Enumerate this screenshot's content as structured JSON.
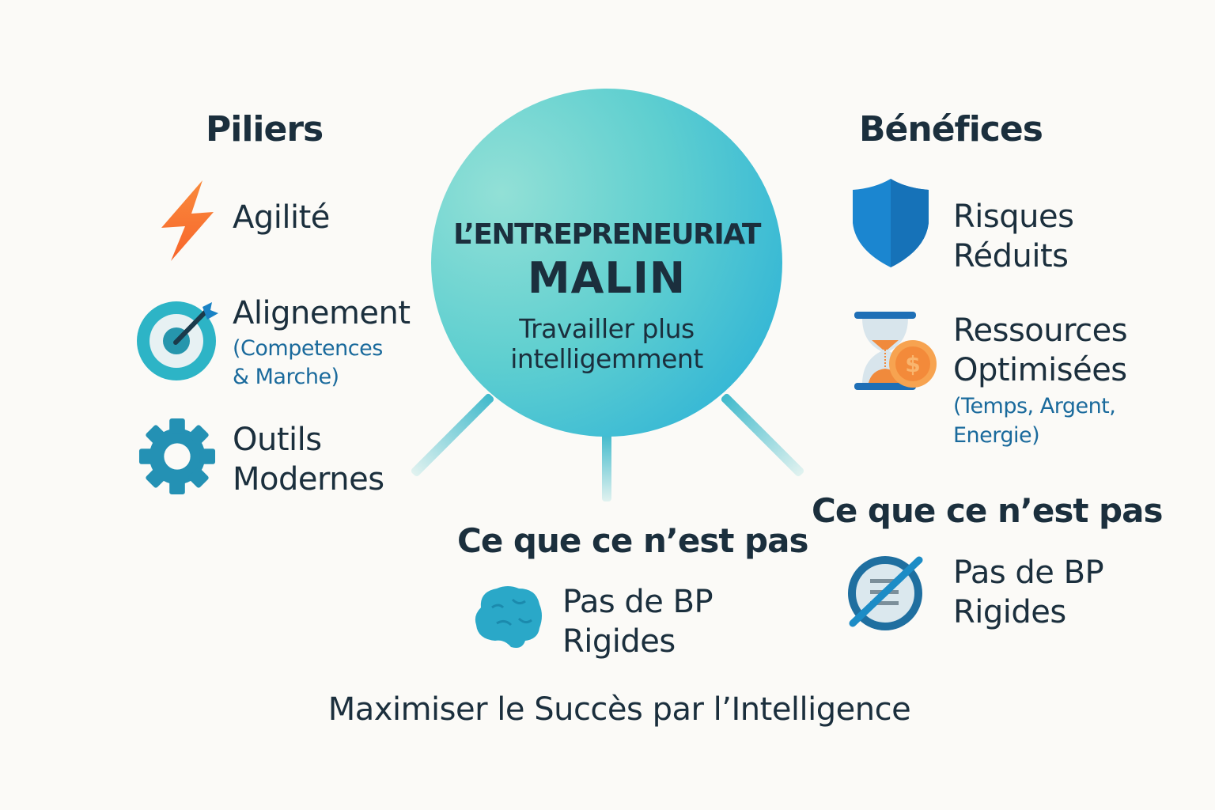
{
  "pillars": {
    "heading": "Piliers",
    "items": [
      {
        "icon": "lightning-icon",
        "label": "Agilité"
      },
      {
        "icon": "target-icon",
        "label": "Alignement",
        "sub_line1": "(Competences",
        "sub_line2": "& Marche)"
      },
      {
        "icon": "gear-icon",
        "label_line1": "Outils",
        "label_line2": "Modernes"
      }
    ]
  },
  "hub": {
    "title": "L’ENTREPRENEURIAT",
    "title_strong": "MALIN",
    "tagline_line1": "Travailler plus",
    "tagline_line2": "intelligemment"
  },
  "benefits": {
    "heading": "Bénéfices",
    "items": [
      {
        "icon": "shield-icon",
        "label_line1": "Risques",
        "label_line2": "Réduits"
      },
      {
        "icon": "hourglass-coin-icon",
        "label_line1": "Ressources",
        "label_line2": "Optimisées",
        "sub_line1": "(Temps, Argent,",
        "sub_line2": "Energie)"
      }
    ]
  },
  "not_center": {
    "heading": "Ce que ce n’est pas",
    "icon": "brain-icon",
    "label_line1": "Pas de BP",
    "label_line2": "Rigides"
  },
  "not_right": {
    "heading": "Ce que ce n’est pas",
    "icon": "no-document-icon",
    "label_line1": "Pas de BP",
    "label_line2": "Rigides"
  },
  "footer": "Maximiser le Succès par l’Intelligence",
  "colors": {
    "text": "#1b2f3d",
    "subtext": "#1a6a9c",
    "accent_orange": "#f97a3a",
    "teal": "#22acd8"
  }
}
